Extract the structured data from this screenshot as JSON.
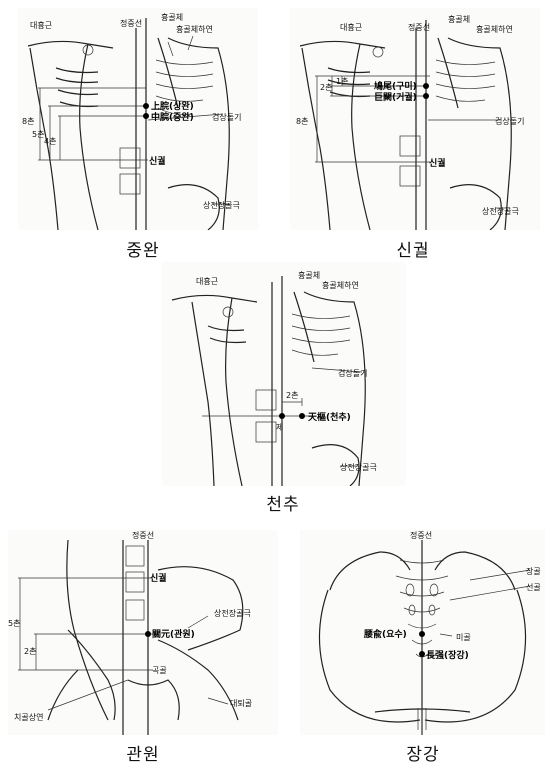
{
  "panels": {
    "jungwan": {
      "caption": "중완",
      "labels": {
        "daehyunggeun": "대흉근",
        "jeongjungseon": "정중선",
        "hyunggolche": "흉골체",
        "hyunggolchehayeon": "흉골체하연",
        "sangwan": "上脘(상완)",
        "jungwan": "中脘(중완)",
        "geomsangdolgi": "검상돌기",
        "singwol": "신궐",
        "sangjeonjanggolgeuk": "상전장골극",
        "chon8": "8촌",
        "chon5": "5촌",
        "chon4": "4촌"
      }
    },
    "singwol": {
      "caption": "신궐",
      "labels": {
        "daehyunggeun": "대흉근",
        "jeongjungseon": "정중선",
        "hyunggolche": "흉골체",
        "hyunggolchehayeon": "흉골체하연",
        "gumi": "鳩尾(구미)",
        "geogwol": "巨闕(거궐)",
        "geomsangdolgi": "검상돌기",
        "singwol": "신궐",
        "sangjeonjanggolgeuk": "상전장골극",
        "chon1": "1촌",
        "chon2": "2촌",
        "chon8": "8촌"
      }
    },
    "cheonchu": {
      "caption": "천추",
      "labels": {
        "daehyunggeun": "대흉근",
        "hyunggolche": "흉골체",
        "hyunggolchehayeon": "흉골체하연",
        "geomsangdolgi": "검상돌기",
        "chon2": "2촌",
        "je": "제",
        "cheonchu": "天樞(천추)",
        "sangjeonjanggolgeuk": "상전장골극"
      }
    },
    "gwanwon": {
      "caption": "관원",
      "labels": {
        "jeongjungseon": "정중선",
        "singwol": "신궐",
        "sangjeonjanggolgeuk": "상전장골극",
        "gwanwon": "關元(관원)",
        "chon5": "5촌",
        "chon2": "2촌",
        "gokgol": "곡골",
        "daejeonja": "대퇴골",
        "chigolsangyeon": "치골상연"
      }
    },
    "janggang": {
      "caption": "장강",
      "labels": {
        "jeongjungseon": "정중선",
        "janggol": "장골",
        "seongol": "선골",
        "yosu": "腰兪(요수)",
        "janggang": "長强(장강)",
        "migol": "미골"
      }
    }
  }
}
